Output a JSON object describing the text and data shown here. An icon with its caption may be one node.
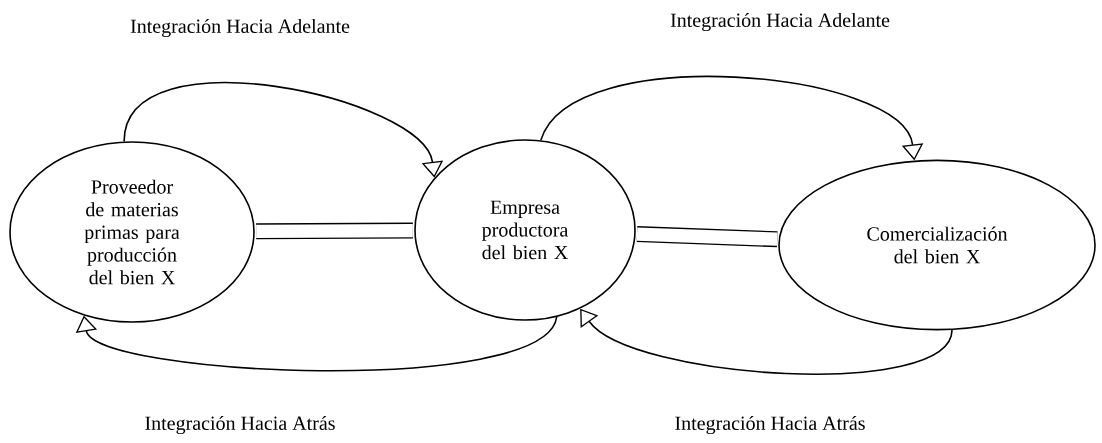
{
  "diagram": {
    "nodes": [
      {
        "text": [
          "Proveedor de materias primas para producción del bien X"
        ]
      },
      {
        "text": [
          "Empresa productora del bien X"
        ]
      },
      {
        "text": [
          "Comercialización del bien X"
        ]
      }
    ],
    "edges": [
      {
        "from": 0,
        "to": 1,
        "arrow": "to",
        "label": "Integración Hacia Adelante"
      },
      {
        "from": 1,
        "to": 2,
        "arrow": "to",
        "label": "Integración Hacia Adelante"
      },
      {
        "from": 2,
        "to": 1,
        "arrow": "to",
        "label": "Integración Hacia Atrás"
      },
      {
        "from": 1,
        "to": 0,
        "arrow": "to",
        "label": "Integración Hacia Atrás"
      },
      {
        "from": 0,
        "to": 1,
        "arrow": "none",
        "style": "thick"
      },
      {
        "from": 1,
        "to": 2,
        "arrow": "none",
        "style": "thick"
      }
    ]
  }
}
